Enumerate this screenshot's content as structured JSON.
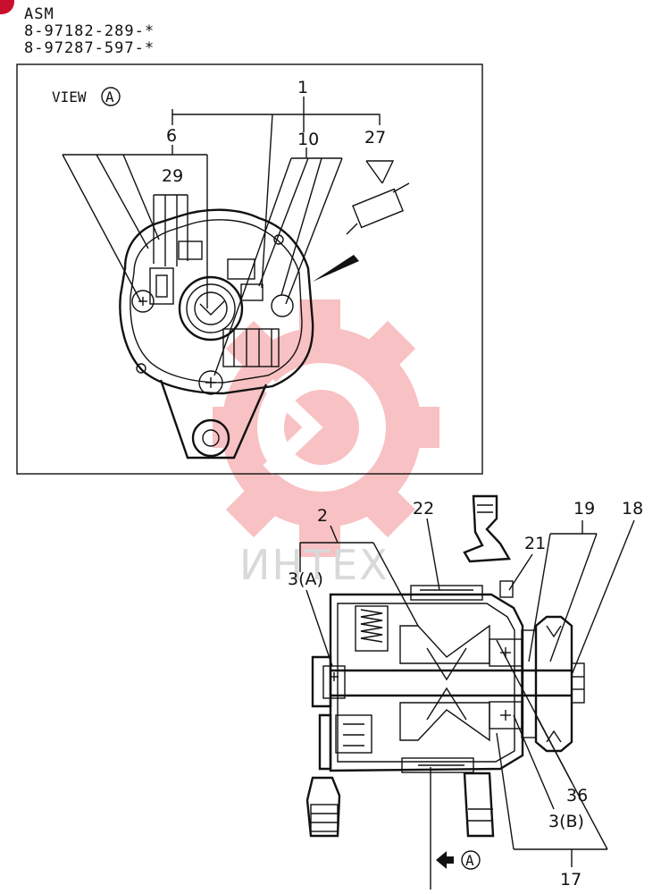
{
  "header": {
    "line1": "ASM",
    "line2": "8-97182-289-*",
    "line3": "8-97287-597-*"
  },
  "view_panel": {
    "view_label": "VIEW",
    "view_mark": "A",
    "callouts": [
      "1",
      "6",
      "10",
      "27",
      "29"
    ]
  },
  "section": {
    "callouts": [
      "2",
      "22",
      "19",
      "18",
      "21",
      "3(A)",
      "36",
      "3(B)",
      "17"
    ],
    "arrow_mark": "A"
  },
  "watermark": {
    "text": "ИНТЕХ",
    "color": "#e8262c"
  }
}
